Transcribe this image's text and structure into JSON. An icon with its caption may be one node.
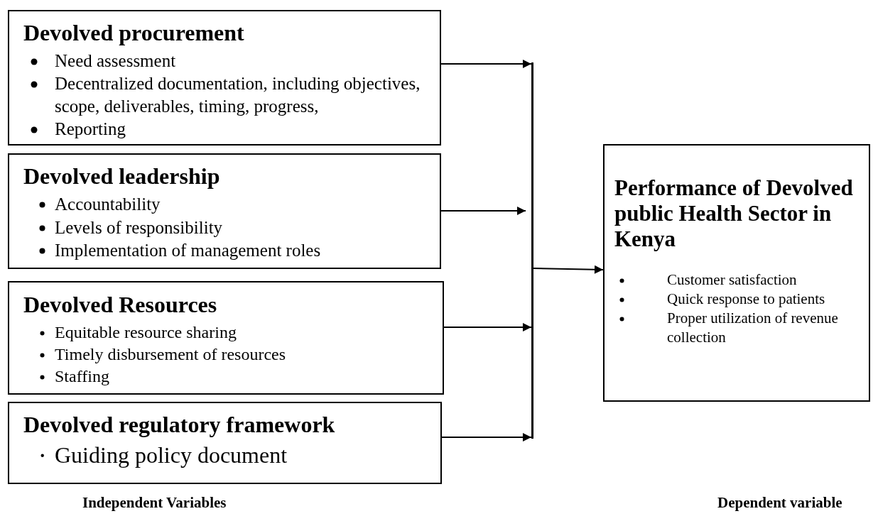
{
  "diagram": {
    "nodes": [
      {
        "text": [
          "Devolved procurement",
          "Need assessment",
          "Decentralized documentation, including objectives, scope, deliverables, timing, progress,",
          "Reporting"
        ]
      },
      {
        "text": [
          "Devolved leadership",
          "Accountability",
          "Levels of responsibility",
          "Implementation of management roles"
        ]
      },
      {
        "text": [
          "Devolved Resources",
          "Equitable resource sharing",
          "Timely disbursement of resources",
          "Staffing"
        ]
      },
      {
        "text": [
          "Devolved regulatory framework",
          "Guiding policy document"
        ]
      },
      {
        "text": [],
        "shape": "bar"
      },
      {
        "text": [
          "Performance of Devolved public Health Sector in Kenya",
          "Customer satisfaction",
          "Quick response to patients",
          "Proper utilization of revenue collection"
        ]
      }
    ],
    "edges": [
      {
        "from": 0,
        "to": 4,
        "arrow": "to"
      },
      {
        "from": 1,
        "to": 4,
        "arrow": "to"
      },
      {
        "from": 2,
        "to": 4,
        "arrow": "to"
      },
      {
        "from": 3,
        "to": 4,
        "arrow": "to"
      },
      {
        "from": 4,
        "to": 5,
        "arrow": "to"
      }
    ],
    "labels": [
      "Independent Variables",
      "Dependent variable"
    ]
  }
}
